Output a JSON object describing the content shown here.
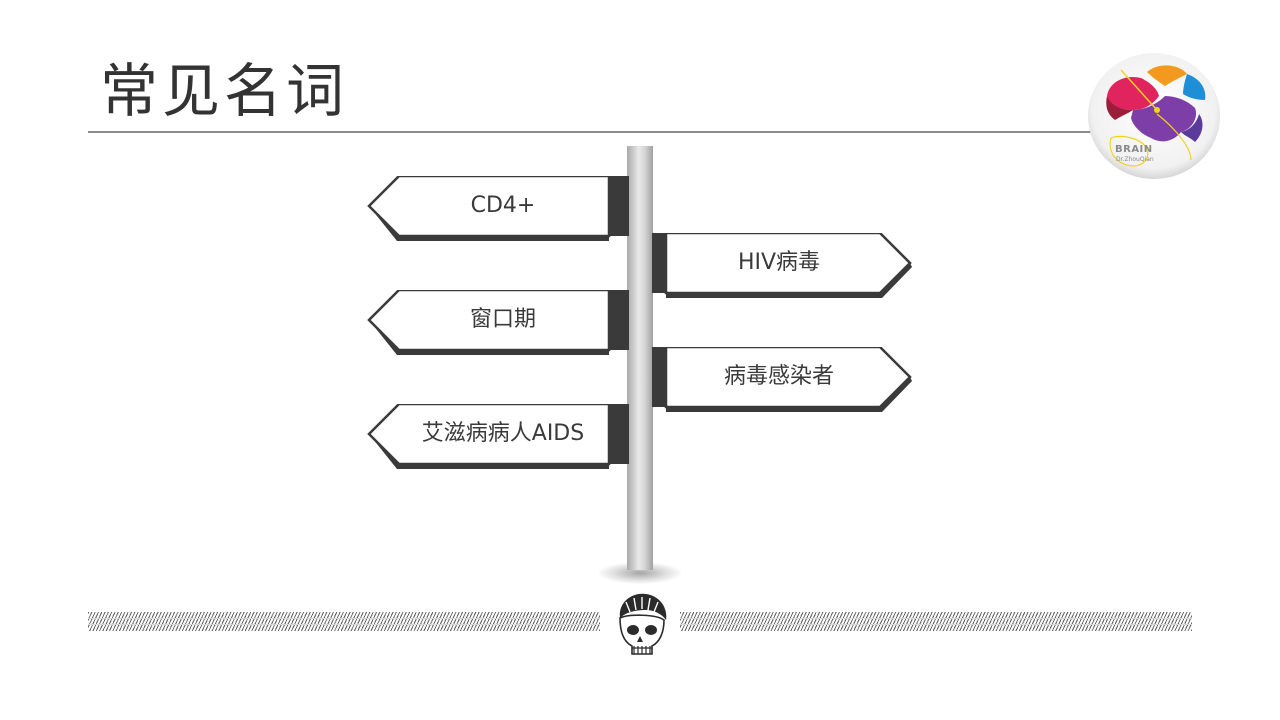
{
  "slide": {
    "title": "常见名词"
  },
  "logo": {
    "text": "BRAIN",
    "subtext": "Dr.ZhouQian"
  },
  "signs": [
    {
      "label": "CD4+",
      "direction": "left"
    },
    {
      "label": "HIV病毒",
      "direction": "right"
    },
    {
      "label": "窗口期",
      "direction": "left"
    },
    {
      "label": "病毒感染者",
      "direction": "right"
    },
    {
      "label": "艾滋病病人AIDS",
      "direction": "left"
    }
  ],
  "icons": {
    "logo": "brain-logo-icon",
    "footer": "skull-icon"
  },
  "colors": {
    "sign_dark": "#3a3a3a",
    "sign_fill": "#ffffff",
    "title_text": "#333333",
    "rule": "#8c8c8c"
  }
}
